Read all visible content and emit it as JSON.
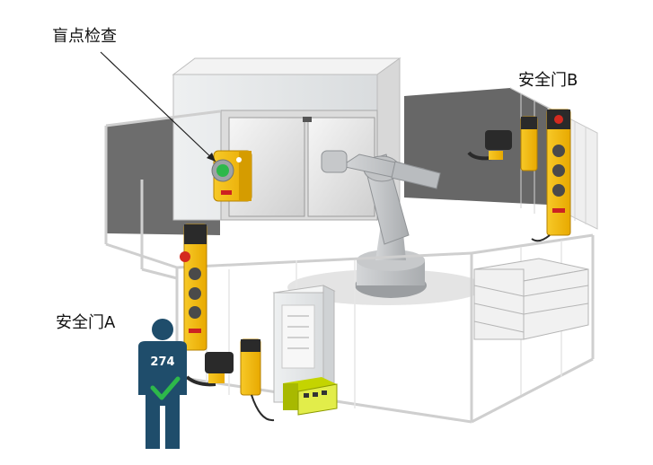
{
  "labels": {
    "blind_spot_check": "盲点检查",
    "safety_door_b": "安全门B",
    "safety_door_a": "安全门A"
  },
  "operator": {
    "badge_number": "274",
    "status": "check"
  },
  "devices": {
    "door_a_switch_count": 1,
    "door_b_switch_count": 1,
    "blind_spot_button_count": 1
  },
  "colors": {
    "safety_yellow": "#f3b80c",
    "operator_blue": "#1f4d6b",
    "check_green": "#2db84a",
    "estop_red": "#d42a1f",
    "fence_wall": "#6b6b6b",
    "cabinet_gray": "#e7e9ea"
  }
}
